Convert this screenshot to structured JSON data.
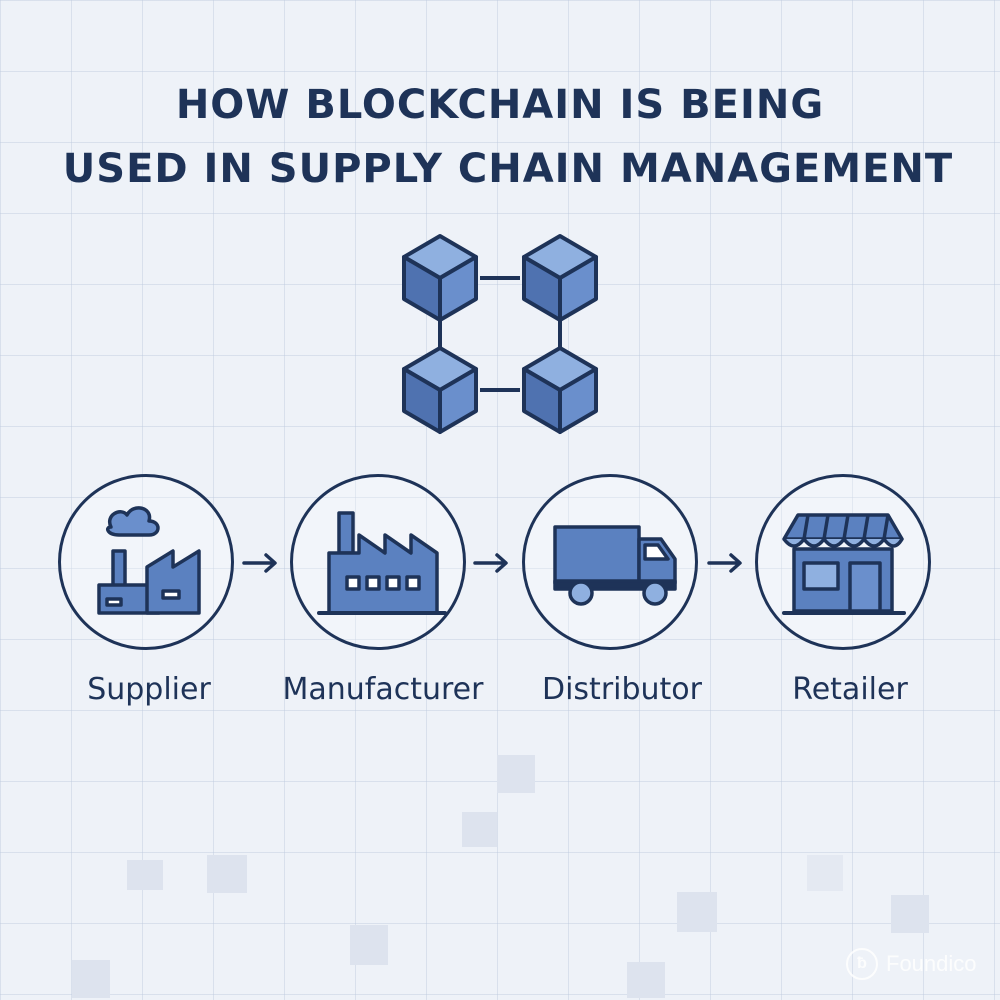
{
  "title": {
    "line1": "HOW BLOCKCHAIN IS BEING",
    "line2": "USED IN SUPPLY CHAIN MANAGEMENT"
  },
  "blockchain_icon": "blockchain-network-icon",
  "flow": [
    {
      "label": "Supplier",
      "icon": "supplier-factory-icon"
    },
    {
      "label": "Manufacturer",
      "icon": "manufacturer-factory-icon"
    },
    {
      "label": "Distributor",
      "icon": "delivery-truck-icon"
    },
    {
      "label": "Retailer",
      "icon": "storefront-icon"
    }
  ],
  "connector_icon": "arrow-right-icon",
  "watermark": {
    "text": "Foundico",
    "icon": "foundico-logo-icon"
  },
  "colors": {
    "navy": "#1e3358",
    "fill_blue": "#5b81c0",
    "light_blue": "#8fb0e0",
    "background": "#eef2f8"
  }
}
